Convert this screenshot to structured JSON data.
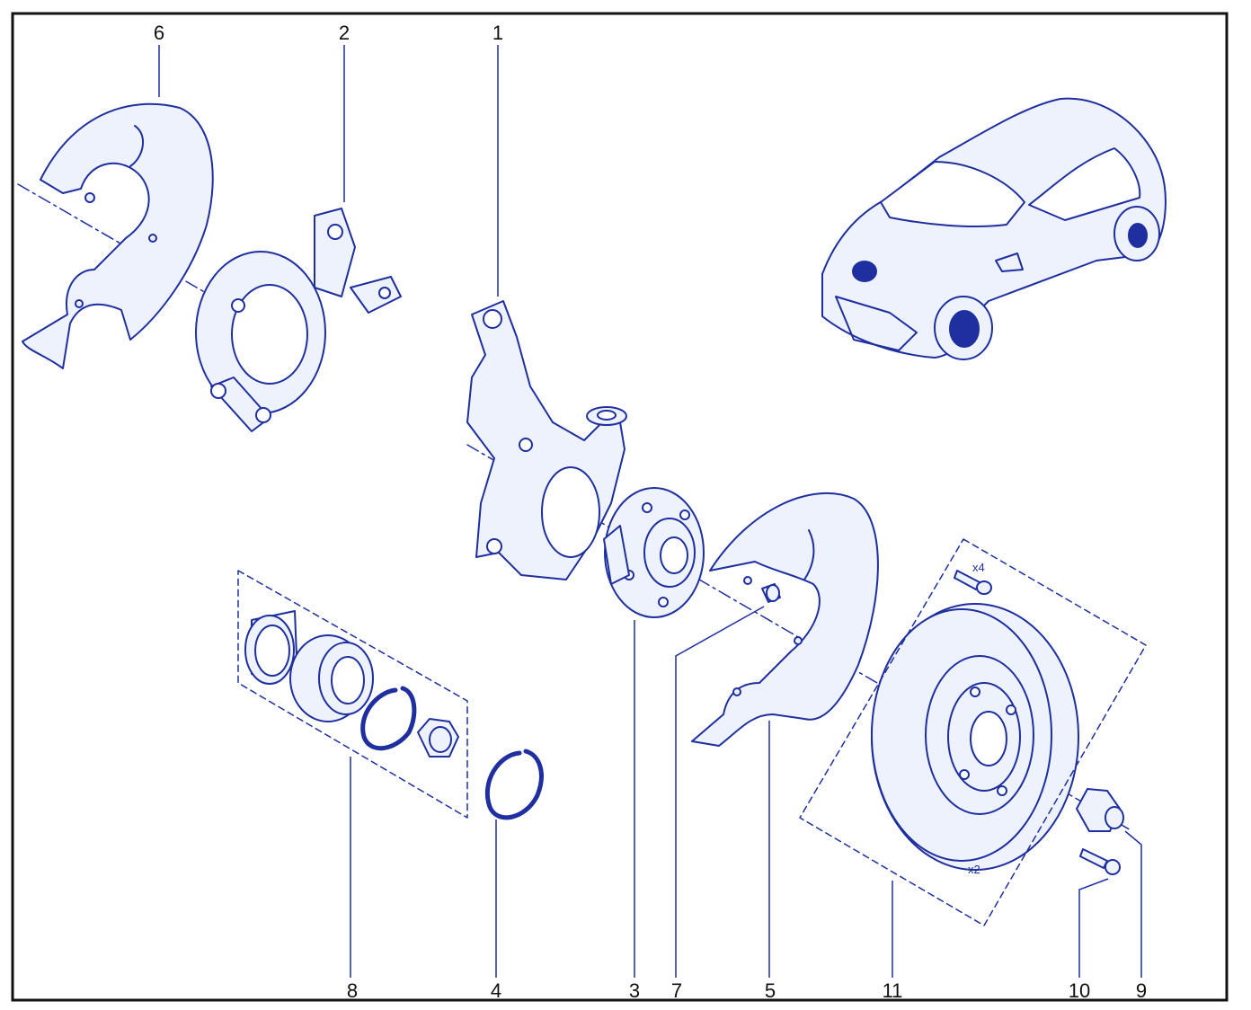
{
  "colors": {
    "ink": "#1f2f9f",
    "fill": "#eef2fc",
    "frame": "#111111",
    "label": "#111111"
  },
  "callouts": {
    "n1": "1",
    "n2": "2",
    "n3": "3",
    "n4": "4",
    "n5": "5",
    "n6": "6",
    "n7": "7",
    "n8": "8",
    "n9": "9",
    "n10": "10",
    "n11": "11"
  },
  "annotations": {
    "bolt_qty": "x4",
    "disc_qty": "x2"
  }
}
